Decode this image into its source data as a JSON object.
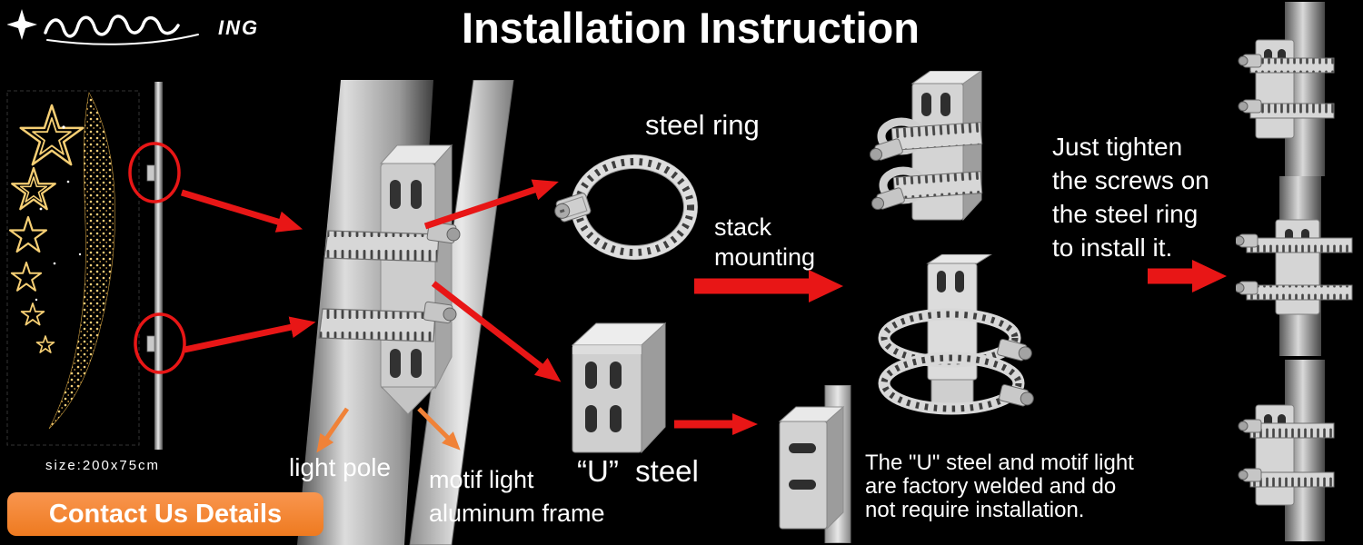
{
  "colors": {
    "background": "#000000",
    "accent_red": "#e81616",
    "accent_orange": "#f08238",
    "button_orange": "#f5832a",
    "motif_gold": "#f4cd78"
  },
  "header": {
    "title": "Installation Instruction",
    "logo_visible_text": "ING"
  },
  "product": {
    "size_label": "size:200x75cm",
    "contact_button_label": "Contact Us Details"
  },
  "labels": {
    "steel_ring": "steel ring",
    "stack_mounting": [
      "stack",
      "mounting"
    ],
    "light_pole": "light pole",
    "motif_frame": [
      "motif light",
      "aluminum frame"
    ],
    "u_steel": "“U”  steel",
    "tighten_note": [
      "Just tighten",
      "the screws on",
      "the steel ring",
      "to install it."
    ],
    "welded_note": [
      "The \"U\" steel and motif light",
      "are factory welded and do",
      "not require installation."
    ]
  }
}
